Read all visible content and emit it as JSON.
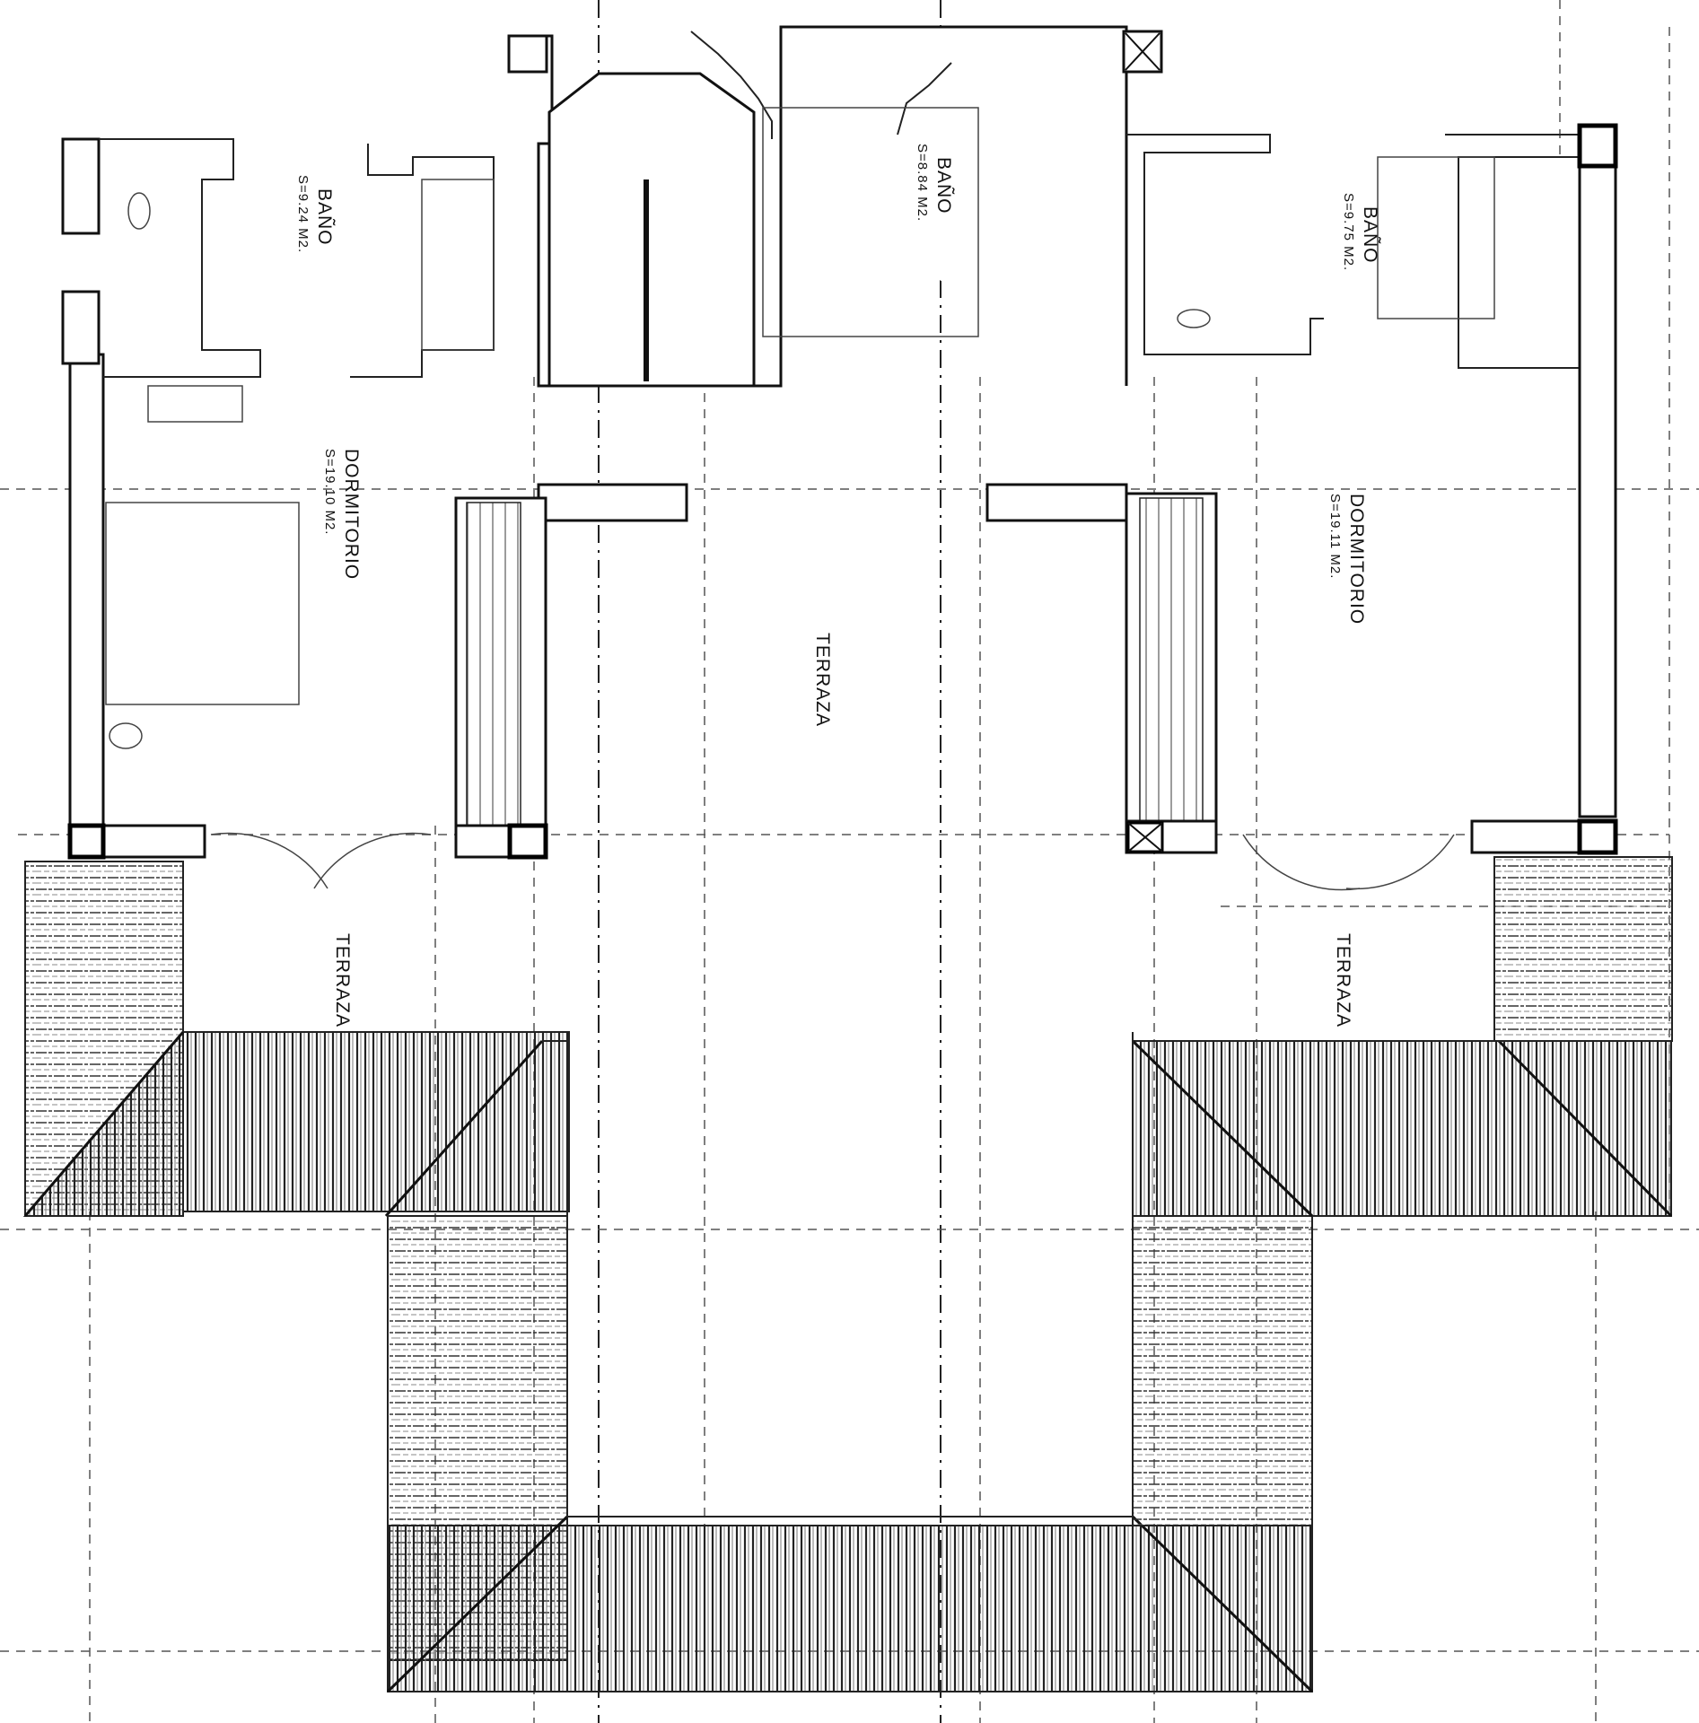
{
  "plan": {
    "rooms": [
      {
        "id": "bano-left",
        "name": "BAÑO",
        "area": "S=9.24 M2."
      },
      {
        "id": "bano-center",
        "name": "BAÑO",
        "area": "S=8.84 M2."
      },
      {
        "id": "bano-right",
        "name": "BAÑO",
        "area": "S=9.75 M2."
      },
      {
        "id": "dormitorio-left",
        "name": "DORMITORIO",
        "area": "S=19.10 M2."
      },
      {
        "id": "dormitorio-right",
        "name": "DORMITORIO",
        "area": "S=19.11 M2."
      }
    ],
    "terraces": [
      {
        "id": "terraza-center",
        "name": "TERRAZA"
      },
      {
        "id": "terraza-left",
        "name": "TERRAZA"
      },
      {
        "id": "terraza-right",
        "name": "TERRAZA"
      }
    ]
  },
  "colors": {
    "line": "#111111",
    "paper": "#ffffff",
    "hatch": "#222222"
  }
}
